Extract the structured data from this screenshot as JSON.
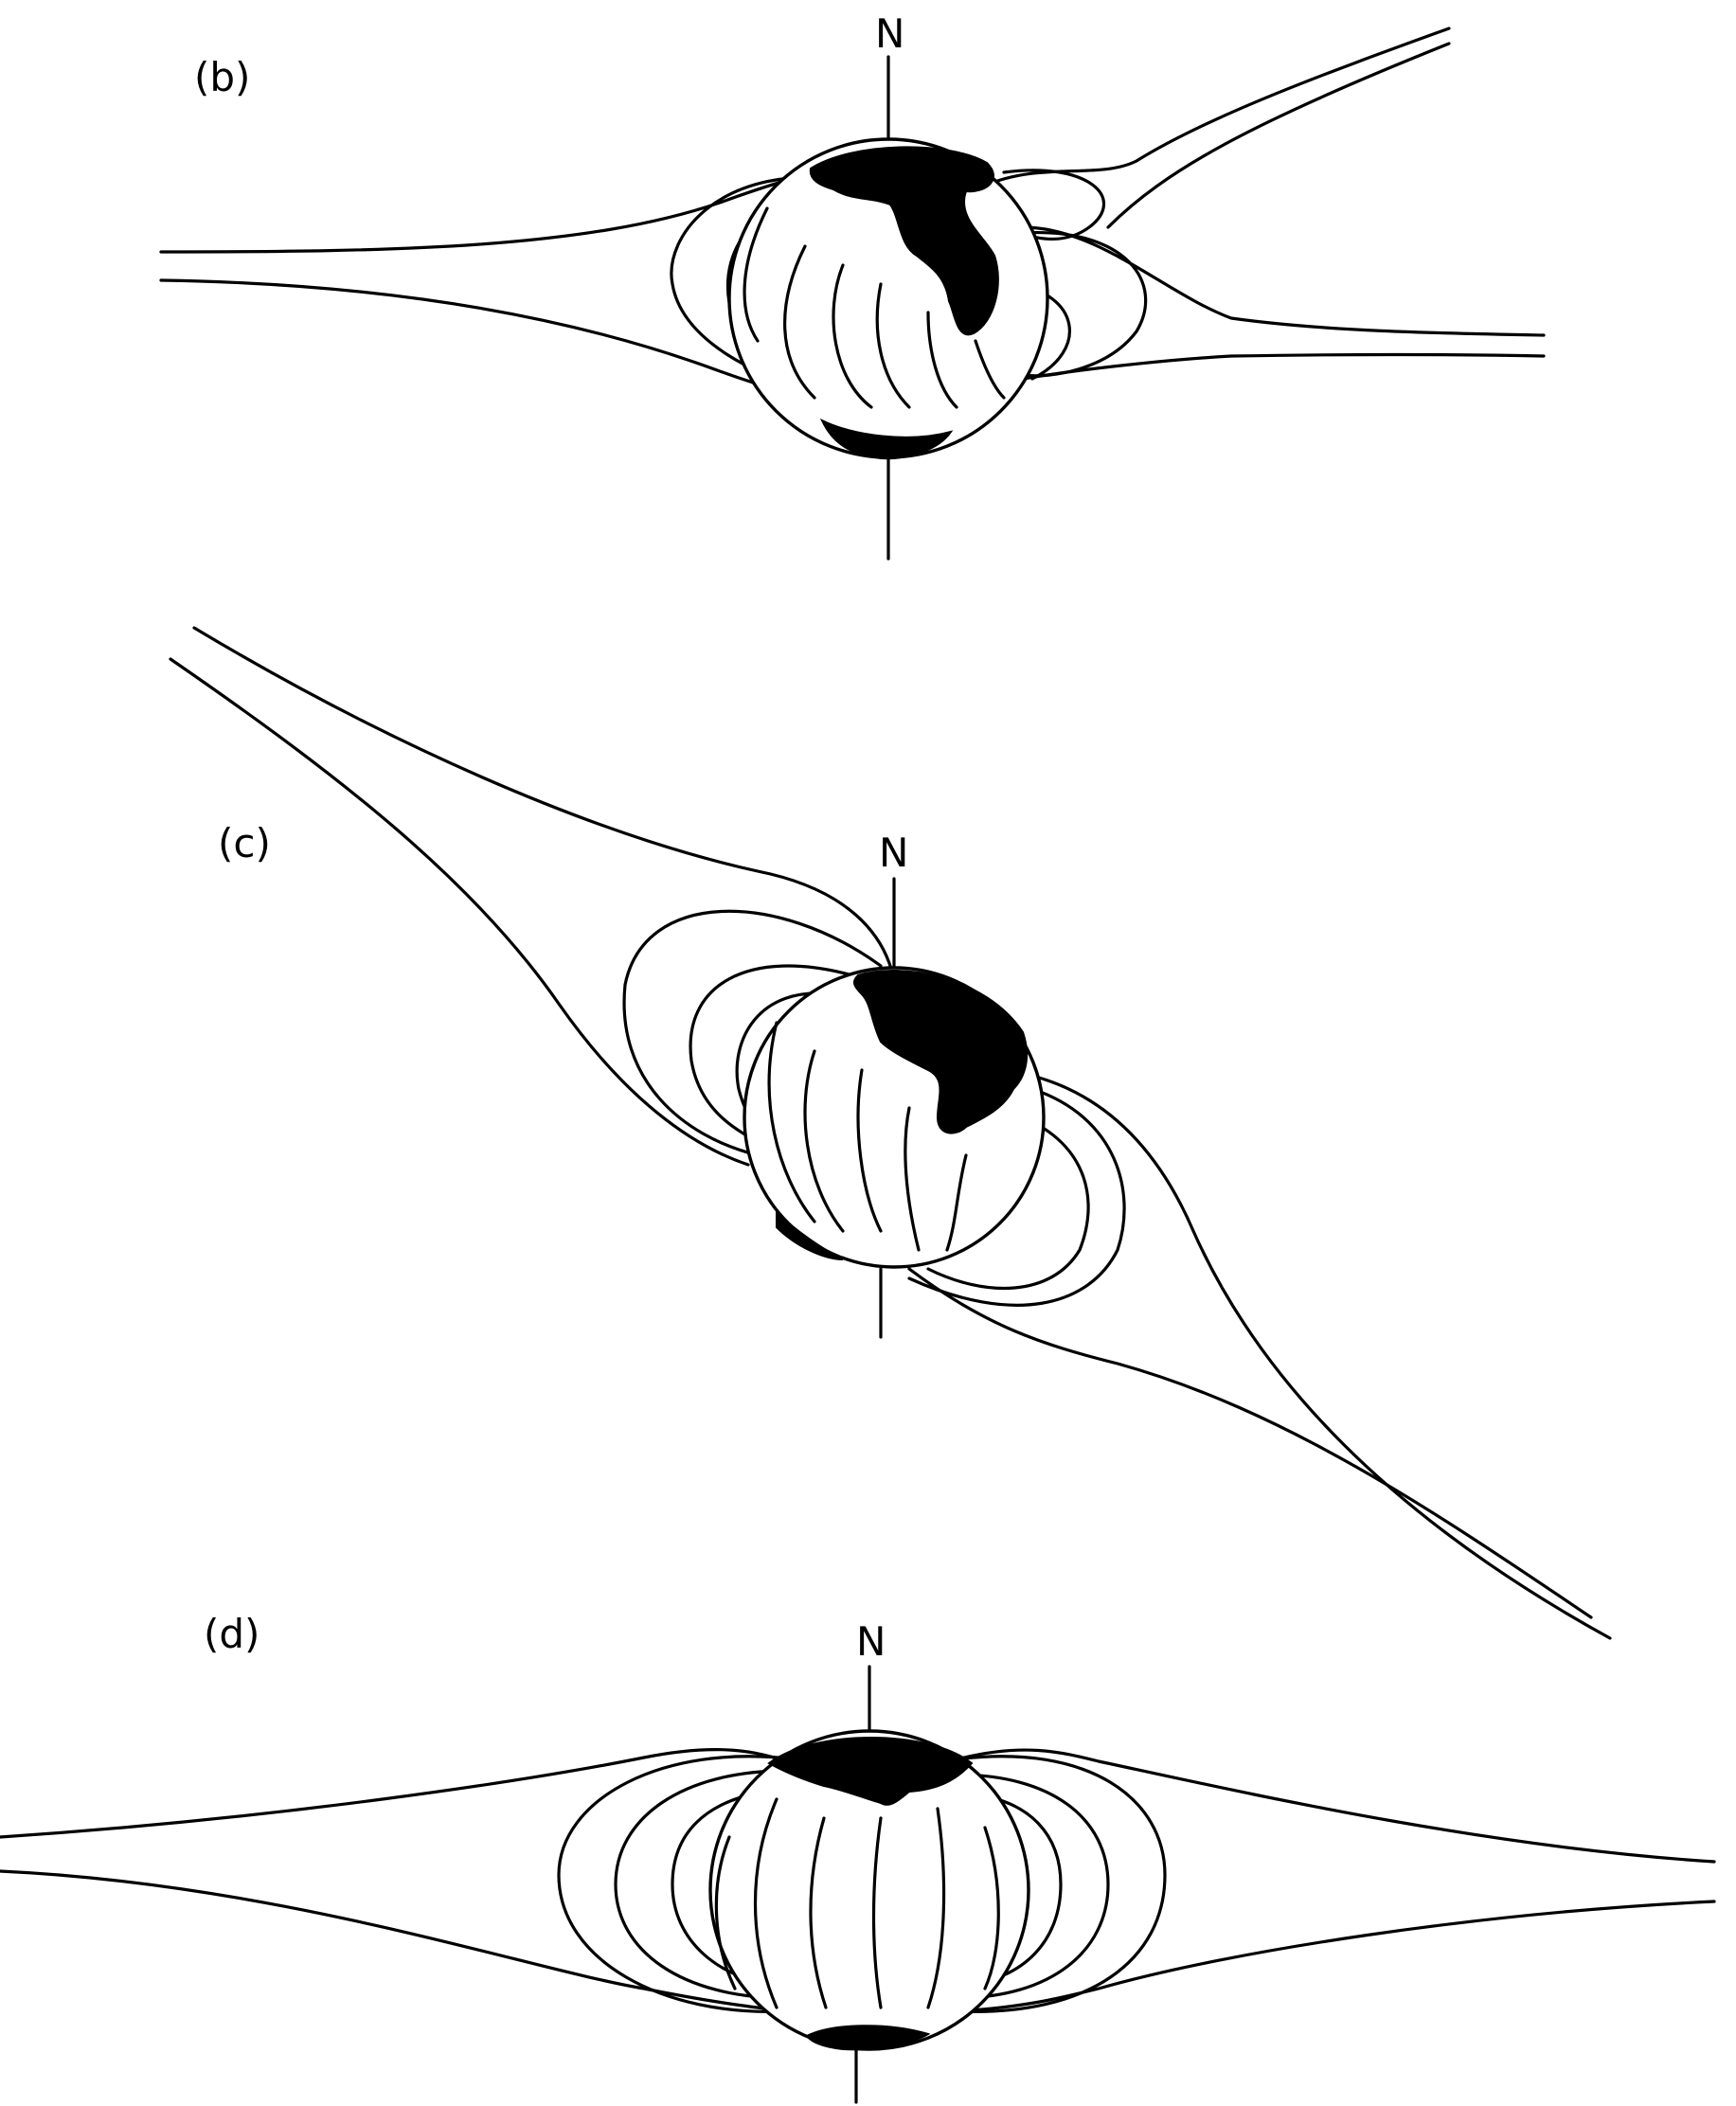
{
  "panels": [
    {
      "id": "b",
      "label": "(b)",
      "north_label": "N"
    },
    {
      "id": "c",
      "label": "(c)",
      "north_label": "N"
    },
    {
      "id": "d",
      "label": "(d)",
      "north_label": "N"
    }
  ],
  "colors": {
    "ink": "#000000",
    "paper": "#ffffff"
  }
}
